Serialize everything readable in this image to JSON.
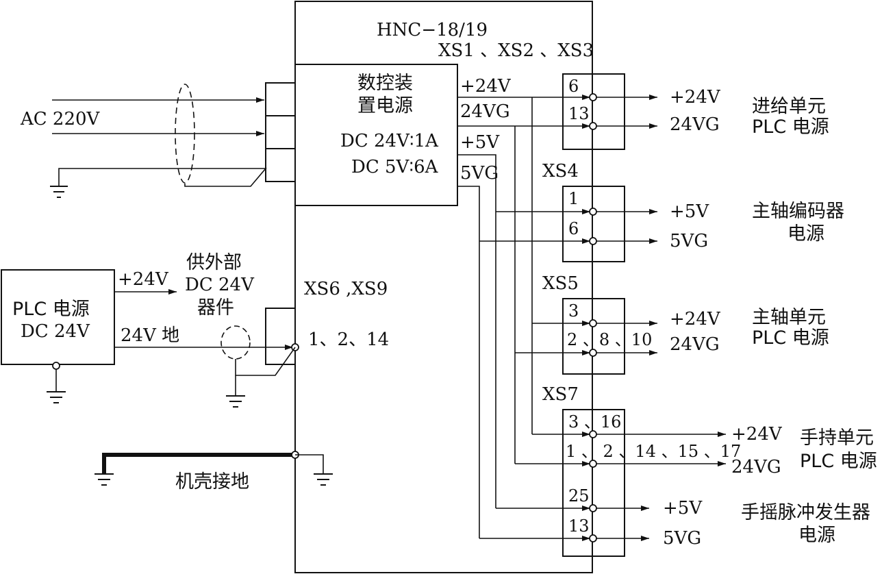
{
  "controller": {
    "model": "HNC−18/19",
    "connectors": "XS1 、XS2 、XS3"
  },
  "psu": {
    "title_line1": "数控装",
    "title_line2": "置电源",
    "rating_24": "DC 24V∶1A",
    "rating_5": "DC 5V∶6A",
    "out_p24": "+24V",
    "out_24vg": "24VG",
    "out_p5": "+5V",
    "out_5vg": "5VG"
  },
  "ac_input": "AC 220V",
  "plc_supply": {
    "line1": "PLC 电源",
    "line2": "DC 24V",
    "out_p24": "+24V",
    "out_gnd": "24V 地"
  },
  "external": {
    "line1": "供外部",
    "line2": "DC 24V",
    "line3": "器件"
  },
  "xs6": {
    "name": "XS6 ,XS9",
    "pins": "1、2、14"
  },
  "chassis_ground": "机壳接地",
  "xs4_label": "XS4",
  "xs5_label": "XS5",
  "xs7_label": "XS7",
  "groups": [
    {
      "pin_a": "6",
      "pin_b": "13",
      "out_a": "+24V",
      "out_b": "24VG",
      "desc1": "进给单元",
      "desc2": "PLC 电源"
    },
    {
      "pin_a": "1",
      "pin_b": "6",
      "out_a": "+5V",
      "out_b": "5VG",
      "desc1": "主轴编码器",
      "desc2": "电源"
    },
    {
      "pin_a": "3",
      "pin_b": "2 、8 、10",
      "out_a": "+24V",
      "out_b": "24VG",
      "desc1": "主轴单元",
      "desc2": "PLC 电源"
    },
    {
      "pin_a": "3 、16",
      "pin_b": "1 、  2 、14 、15 、17",
      "out_a": "+24V",
      "out_b": "24VG",
      "desc1": "手持单元",
      "desc2": "PLC 电源"
    },
    {
      "pin_a": "25",
      "pin_b": "13",
      "out_a": "+5V",
      "out_b": "5VG",
      "desc1": "手摇脉冲发生器",
      "desc2": "电源"
    }
  ]
}
